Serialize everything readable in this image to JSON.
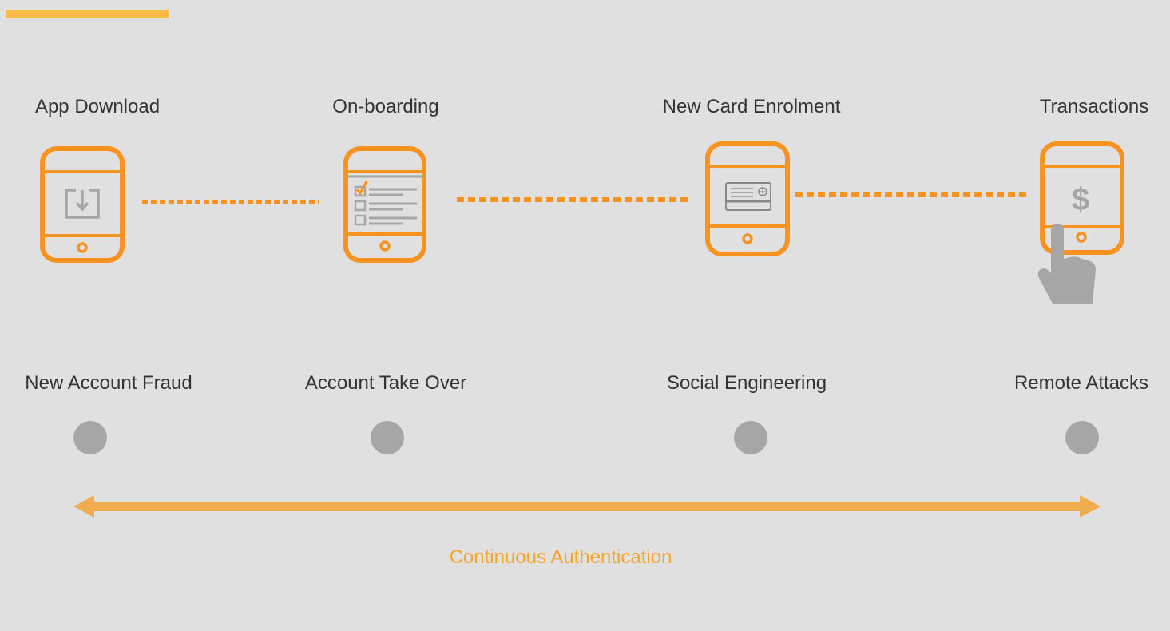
{
  "stages": [
    {
      "label": "App Download",
      "icon": "download-icon"
    },
    {
      "label": "On-boarding",
      "icon": "checklist-icon"
    },
    {
      "label": "New Card Enrolment",
      "icon": "credit-card-icon"
    },
    {
      "label": "Transactions",
      "icon": "dollar-icon"
    }
  ],
  "threats": [
    {
      "label": "New Account Fraud"
    },
    {
      "label": "Account Take Over"
    },
    {
      "label": "Social Engineering"
    },
    {
      "label": "Remote Attacks"
    }
  ],
  "caption": "Continuous Authentication",
  "colors": {
    "background": "#e0e0e0",
    "orange": "#f7931e",
    "accent_bar": "#fbbc47",
    "arrow": "#f0ad4e",
    "gray": "#a6a6a6",
    "caption": "#f4a52a"
  }
}
